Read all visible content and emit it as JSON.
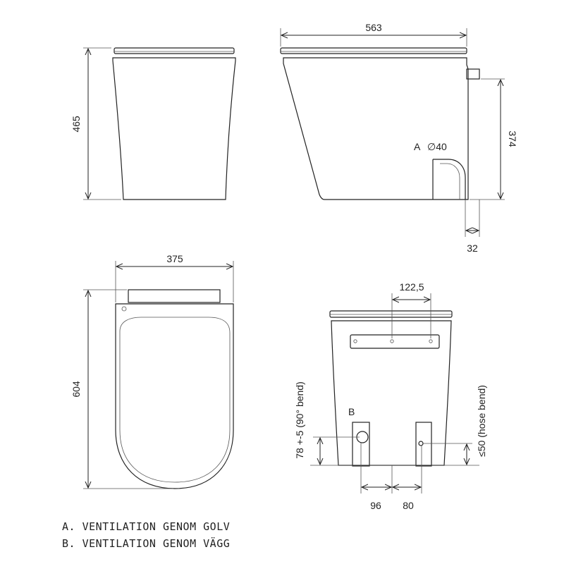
{
  "dimensions": {
    "front_height": "465",
    "side_width": "563",
    "side_outlet_height": "374",
    "outlet_a_label": "A",
    "outlet_a_diameter": "∅40",
    "outlet_offset": "32",
    "top_width": "375",
    "top_depth": "604",
    "bracket_spacing": "122,5",
    "wall_outlet_label": "B",
    "wall_outlet_height": "78 +-5 (90° bend)",
    "hose_height": "≤50 (hose bend)",
    "dist_left": "96",
    "dist_right": "80"
  },
  "legend": {
    "line_a": "A. VENTILATION GENOM GOLV",
    "line_b": "B. VENTILATION GENOM VÄGG"
  }
}
